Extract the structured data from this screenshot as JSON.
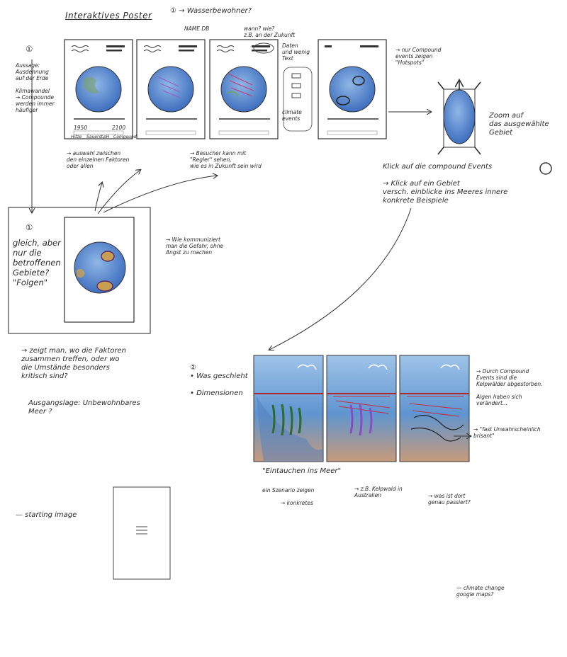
{
  "title": "Interaktives Poster",
  "top_note": "① → Wasserbewohner?",
  "left_note_num": "①",
  "left_note": "Aussage:\nAusdehnung\nauf der Erde\n\nKlimawandel\n→ Compounde\nwerden immer\nhäufiger",
  "poster_legend": [
    "Hitze",
    "Sauerst.",
    "pH",
    "Compound"
  ],
  "poster_year_left": "1950",
  "poster_year_right": "2100",
  "note_regler_top": "wann? wie?\nz.B. an der Zukunft",
  "note_regler_small": "Daten\nund wenig\nText",
  "note_regler_label": "NAME DB",
  "note_regler_chunks": "climate\nevents",
  "note_hotspots": "→ nur Compound\nevents zeigen\n\"Hotspots\"",
  "note_zoom": "Zoom auf\ndas ausgewählte\nGebiet",
  "note_auswahl": "→ auswahl zwischen\nden einzelnen Faktoren\noder allen",
  "note_besucher": "→ Besucher kann mit\n\"Regler\" sehen,\nwie es in Zukunft sein wird",
  "note_klick": "Klick auf die compound Events",
  "note_klick_gebiet": "→ Klick auf ein Gebiet\nversch. einblicke ins Meeres innere\nkonkrete Beispiele",
  "left_box_num": "①",
  "left_box_note": "gleich, aber\nnur die\nbetroffenen\nGebiete?\n\"Folgen\"",
  "note_kommuniziert": "→ Wie kommuniziert\nman die Gefahr, ohne\nAngst zu machen",
  "note_zeigt": "→ zeigt man, wo die Faktoren\nzusammen treffen, oder wo\ndie Umstände besonders\nkritisch sind?",
  "note_ausgangslage": "Ausgangslage: Unbewohnbares\nMeer ?",
  "note_was": "②\n• Was geschieht\n\n• Dimensionen",
  "note_compound_right": "→ Durch Compound\nEvents sind die\nKelpwälder abgestorben.\n\nAlgen haben sich\nverändert...",
  "note_fast": "→ \"fast Unwahrscheinlich\nbrisant\"",
  "note_eintauchen": "\"Eintauchen ins Meer\"",
  "note_szenario": "ein Szenario zeigen",
  "note_konkretes": "→ konkretes",
  "note_kelpwald": "→ z.B. Kelpwald in\nAustralien",
  "note_passiert": "→ was ist dort\ngenau passiert?",
  "note_starting": "— starting image",
  "note_google": "— climate change\ngoogle maps?"
}
